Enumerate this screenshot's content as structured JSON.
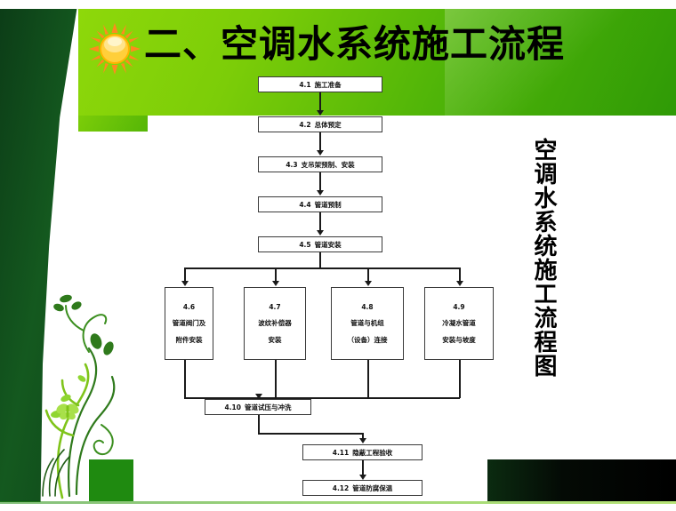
{
  "slide": {
    "title": "二、空调水系统施工流程",
    "sun_icon": "sun-icon",
    "vertical_caption": "空调水系统施工流程图"
  },
  "colors": {
    "title_band_light": "#8ed80a",
    "title_band_dark": "#2f9a06",
    "left_band": "#0c3d17",
    "bottom_green": "#1f8a10",
    "node_border": "#3a3a3a",
    "text": "#000000",
    "sun_center": "#ffc93c",
    "sun_rays": "#ff8a1f"
  },
  "flowchart": {
    "type": "diagram",
    "title": "空调水系统施工流程图",
    "nodes": [
      {
        "id": "n1",
        "num": "4.1",
        "label": "施工准备",
        "lines": [
          "施工准备"
        ]
      },
      {
        "id": "n2",
        "num": "4.2",
        "label": "总体预定",
        "lines": [
          "总体预定"
        ]
      },
      {
        "id": "n3",
        "num": "4.3",
        "label": "支吊架预制、安装",
        "lines": [
          "支吊架预制、安装"
        ]
      },
      {
        "id": "n4",
        "num": "4.4",
        "label": "管道预制",
        "lines": [
          "管道预制"
        ]
      },
      {
        "id": "n5",
        "num": "4.5",
        "label": "管道安装",
        "lines": [
          "管道安装"
        ]
      },
      {
        "id": "n6",
        "num": "4.6",
        "label": "管道阀门及附件安装",
        "lines": [
          "管道阀门及",
          "附件安装"
        ]
      },
      {
        "id": "n7",
        "num": "4.7",
        "label": "波纹补偿器安装",
        "lines": [
          "波纹补偿器",
          "安装"
        ]
      },
      {
        "id": "n8",
        "num": "4.8",
        "label": "管道与机组（设备）连接",
        "lines": [
          "管道与机组",
          "（设备）连接"
        ]
      },
      {
        "id": "n9",
        "num": "4.9",
        "label": "冷凝水管道安装与坡度",
        "lines": [
          "冷凝水管道",
          "安装与坡度"
        ]
      },
      {
        "id": "n10",
        "num": "4.10",
        "label": "管道试压与冲洗",
        "lines": [
          "管道试压与冲洗"
        ]
      },
      {
        "id": "n11",
        "num": "4.11",
        "label": "隐蔽工程验收",
        "lines": [
          "隐蔽工程验收"
        ]
      },
      {
        "id": "n12",
        "num": "4.12",
        "label": "管道防腐保温",
        "lines": [
          "管道防腐保温"
        ]
      }
    ],
    "edges": [
      {
        "from": "4.1",
        "to": "4.2"
      },
      {
        "from": "4.2",
        "to": "4.3"
      },
      {
        "from": "4.3",
        "to": "4.4"
      },
      {
        "from": "4.4",
        "to": "4.5"
      },
      {
        "from": "4.5",
        "to": "4.6"
      },
      {
        "from": "4.5",
        "to": "4.7"
      },
      {
        "from": "4.5",
        "to": "4.8"
      },
      {
        "from": "4.5",
        "to": "4.9"
      },
      {
        "from": "4.6",
        "to": "4.10"
      },
      {
        "from": "4.7",
        "to": "4.10"
      },
      {
        "from": "4.8",
        "to": "4.10"
      },
      {
        "from": "4.9",
        "to": "4.10"
      },
      {
        "from": "4.10",
        "to": "4.11"
      },
      {
        "from": "4.11",
        "to": "4.12"
      }
    ]
  }
}
